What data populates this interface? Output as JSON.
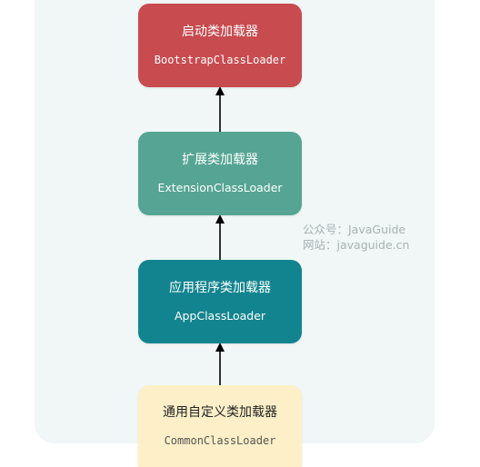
{
  "nodes": [
    {
      "id": "bootstrap",
      "cn": "启动类加载器",
      "en": "BootstrapClassLoader"
    },
    {
      "id": "extension",
      "cn": "扩展类加载器",
      "en": "ExtensionClassLoader"
    },
    {
      "id": "app",
      "cn": "应用程序类加载器",
      "en": "AppClassLoader"
    },
    {
      "id": "common",
      "cn": "通用自定义类加载器",
      "en": "CommonClassLoader"
    }
  ],
  "edges": [
    {
      "from": "extension",
      "to": "bootstrap"
    },
    {
      "from": "app",
      "to": "extension"
    },
    {
      "from": "common",
      "to": "app"
    }
  ],
  "watermark": {
    "line1": "公众号：JavaGuide",
    "line2": "网站：javaguide.cn"
  },
  "colors": {
    "bootstrap": "#c84b4f",
    "extension": "#56a594",
    "app": "#12848f",
    "common": "#fdf0c8",
    "arrow": "#000000"
  }
}
